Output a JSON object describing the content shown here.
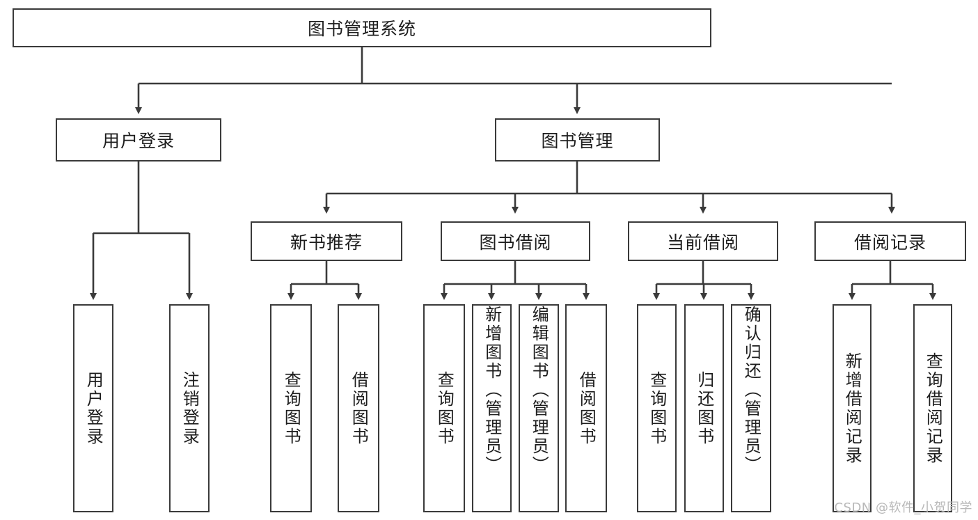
{
  "diagram": {
    "title": "图书管理系统",
    "watermark": "CSDN @软件_小贺同学",
    "colors": {
      "box_border": "#3a3a3a",
      "box_fill": "#ffffff",
      "edge": "#3a3a3a",
      "text": "#1d1d1d",
      "watermark": "#b9b9b9"
    },
    "nodes": {
      "root": "图书管理系统",
      "level1": [
        {
          "label": "用户登录"
        },
        {
          "label": "图书管理"
        }
      ],
      "level2": [
        {
          "label": "新书推荐"
        },
        {
          "label": "图书借阅"
        },
        {
          "label": "当前借阅"
        },
        {
          "label": "借阅记录"
        }
      ],
      "leaves_user_login": [
        {
          "label": "用户登录"
        },
        {
          "label": "注销登录"
        }
      ],
      "leaves_new_book": [
        {
          "label": "查询图书"
        },
        {
          "label": "借阅图书"
        }
      ],
      "leaves_borrow": [
        {
          "label": "查询图书"
        },
        {
          "label": "新增图书（管理员）"
        },
        {
          "label": "编辑图书（管理员）"
        },
        {
          "label": "借阅图书"
        }
      ],
      "leaves_current": [
        {
          "label": "查询图书"
        },
        {
          "label": "归还图书"
        },
        {
          "label": "确认归还（管理员）"
        }
      ],
      "leaves_record": [
        {
          "label": "新增借阅记录"
        },
        {
          "label": "查询借阅记录"
        }
      ]
    }
  }
}
